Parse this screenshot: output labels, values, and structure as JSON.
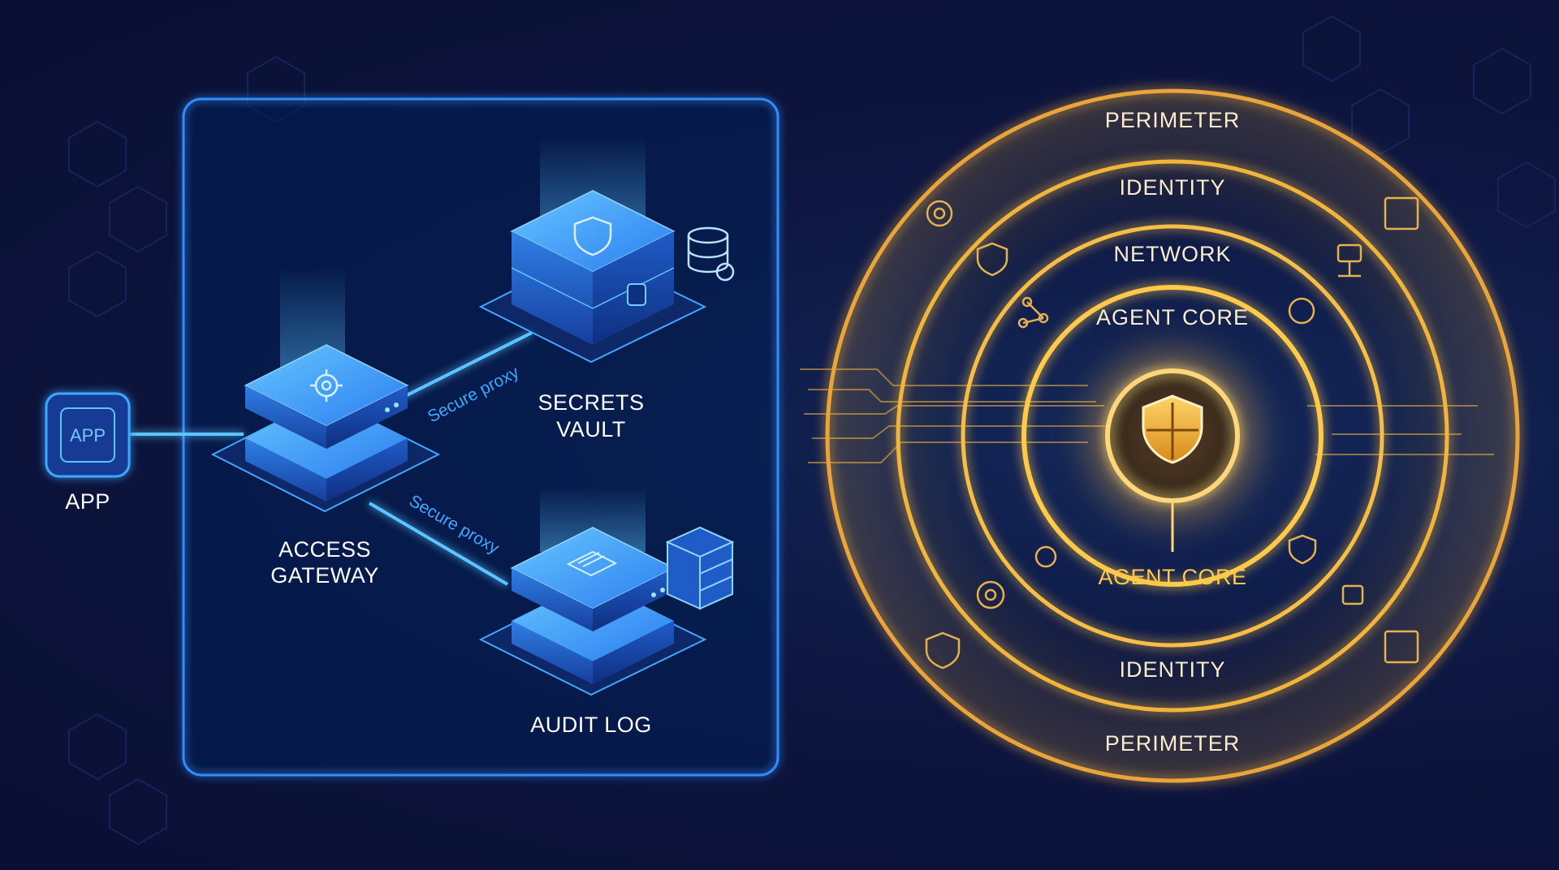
{
  "left_panel": {
    "app_icon_text": "APP",
    "app_label": "APP",
    "gateway_label_line1": "ACCESS",
    "gateway_label_line2": "GATEWAY",
    "vault_label_line1": "SECRETS",
    "vault_label_line2": "VAULT",
    "audit_label": "AUDIT LOG",
    "proxy_upper": "Secure proxy",
    "proxy_lower": "Secure proxy"
  },
  "right_panel": {
    "ring_top_outer": "PERIMETER",
    "ring_top_second": "IDENTITY",
    "ring_top_third": "NETWORK",
    "ring_top_inner": "AGENT CORE",
    "core_label": "AGENT CORE",
    "ring_bottom_inner": "IDENTITY",
    "ring_bottom_outer": "PERIMETER"
  },
  "colors": {
    "background": "#0b1238",
    "blue_accent": "#2f8dff",
    "blue_glow": "#5cc4ff",
    "gold_accent": "#f2b53a",
    "gold_light": "#ffd77a"
  },
  "icons": [
    "app-icon",
    "gear-icon",
    "shield-icon",
    "database-icon",
    "server-rack-icon",
    "document-icon",
    "lock-icon",
    "clock-icon",
    "network-icon"
  ]
}
